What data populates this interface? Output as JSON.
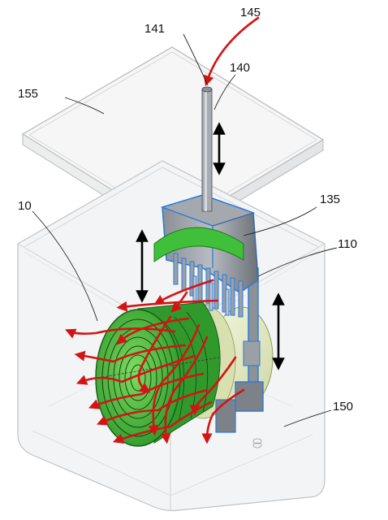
{
  "figure": {
    "reference_numerals": {
      "n145": "145",
      "n141": "141",
      "n140": "140",
      "n155": "155",
      "n10": "10",
      "n135": "135",
      "n110": "110",
      "n150": "150"
    },
    "colors": {
      "flow_arrow": "#d41414",
      "coil": "#3fbf3a",
      "coil_dark": "#1f7a1c",
      "housing": "#7a7f86",
      "rod": "#9aa0a6",
      "blue_edge": "#2a7ad8",
      "rear_dome": "#e9efc8",
      "glass": "#c9ccd0"
    }
  }
}
